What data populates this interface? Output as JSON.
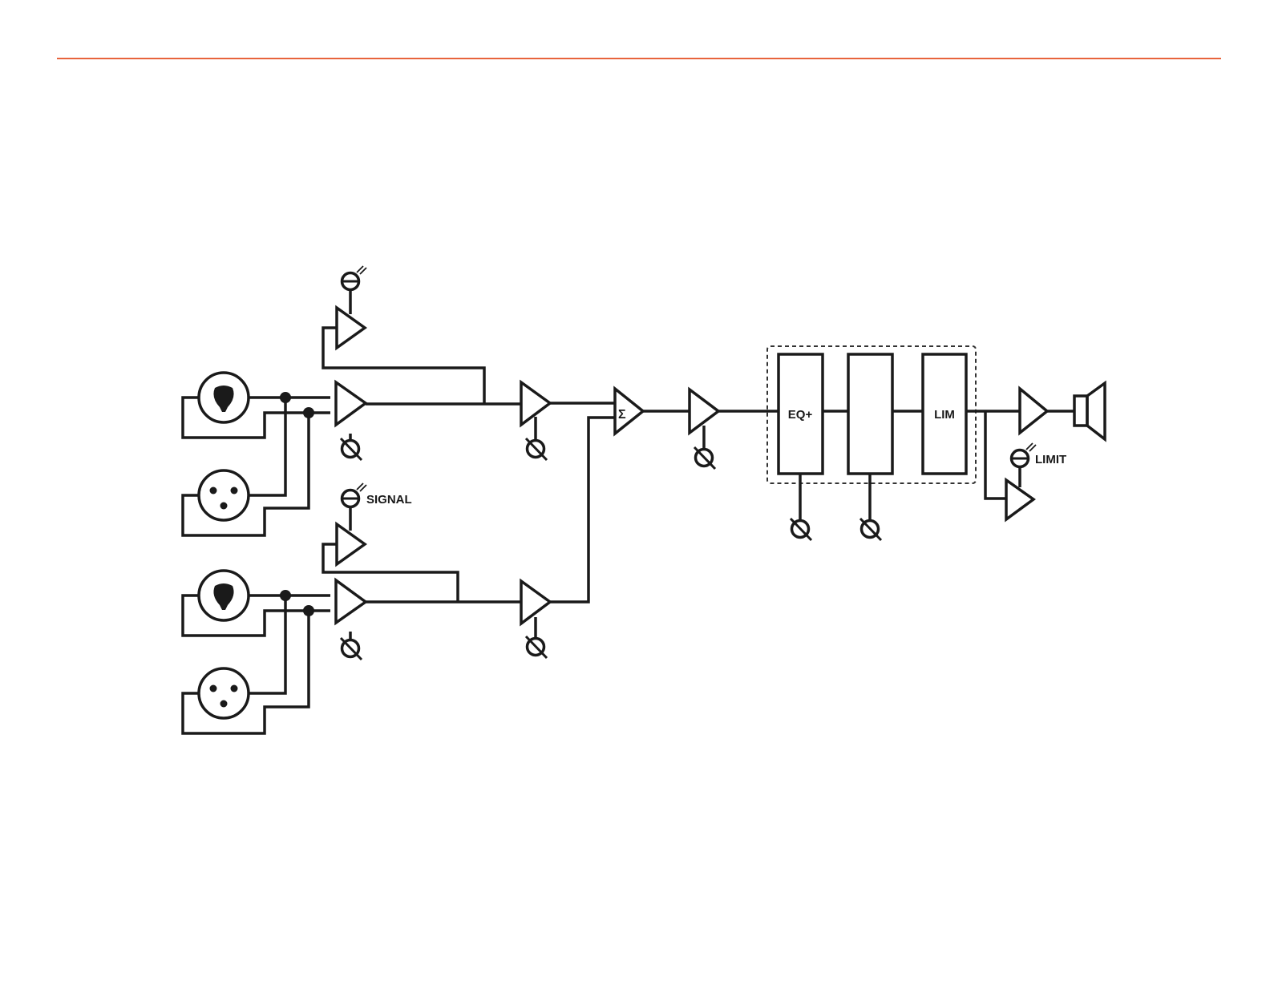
{
  "accent_line_color": "#e8643c",
  "ink_color": "#1a1a1a",
  "labels": {
    "signal": "SIGNAL",
    "limit": "LIMIT",
    "eq": "EQ+",
    "lim": "LIM",
    "sum": "Σ"
  },
  "icons": {
    "combo_jack": "xlr-trs-combo-jack-icon",
    "xlr_jack": "xlr-jack-icon",
    "level_knob": "potentiometer-knob-icon",
    "led": "led-indicator-icon",
    "speaker": "speaker-icon"
  }
}
